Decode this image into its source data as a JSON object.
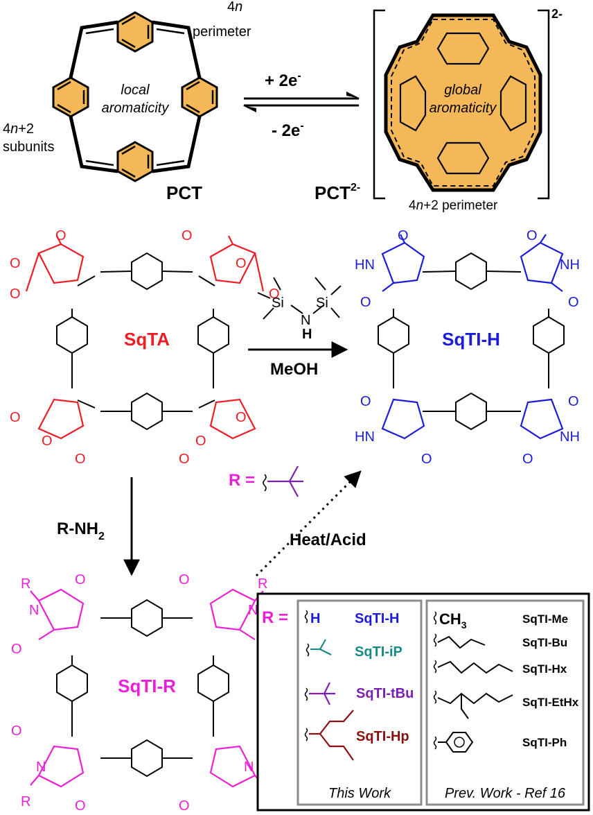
{
  "colors": {
    "black": "#000000",
    "red": "#ee1c24",
    "blue": "#1c1cd8",
    "magenta": "#ec1ed8",
    "purple": "#7a1fb4",
    "teal": "#168a86",
    "maroon": "#8a1010",
    "orange_fill": "#f5b858",
    "gray_box": "#8c8c8c"
  },
  "top": {
    "label_4n_a": "4",
    "label_4n_b": "n",
    "label_perimeter": "perimeter",
    "local_1": "local",
    "local_2": "aromaticity",
    "sub_1a": "4",
    "sub_1b": "n",
    "sub_1c": "+2",
    "sub_2": "subunits",
    "pct": "PCT",
    "plus": "+ 2e",
    "minus": "- 2e",
    "sup_minus": "-",
    "pct2_main": "PCT",
    "pct2_sup": "2-",
    "global_1": "global",
    "global_2": "aromaticity",
    "charge": "2-",
    "perim2_a": "4",
    "perim2_b": "n",
    "perim2_c": "+2 perimeter"
  },
  "mid": {
    "sqta": "SqTA",
    "sqtih": "SqTI-H",
    "meoh": "MeOH",
    "si": "Si",
    "n": "N",
    "h": "H",
    "o": "O",
    "hn": "HN",
    "nh": "NH",
    "r_eq": "R =",
    "amine_r": "R",
    "amine_nh": "-NH",
    "amine_sub": "2",
    "heat_acid": "Heat/Acid"
  },
  "bottom": {
    "sqtir": "SqTI-R",
    "r": "R",
    "n": "N",
    "o": "O"
  },
  "table": {
    "r_eq": "R =",
    "this_work": [
      {
        "sub": "H",
        "name": "SqTI-H"
      },
      {
        "sub": "",
        "name": "SqTI-iP"
      },
      {
        "sub": "",
        "name": "SqTI-tBu"
      },
      {
        "sub": "",
        "name": "SqTI-Hp"
      }
    ],
    "this_work_label": "This Work",
    "prev_ch3": "CH",
    "prev_ch3_sub": "3",
    "prev_work": [
      "SqTI-Me",
      "SqTI-Bu",
      "SqTI-Hx",
      "SqTI-EtHx",
      "SqTI-Ph"
    ],
    "prev_label": "Prev. Work - Ref 16"
  }
}
